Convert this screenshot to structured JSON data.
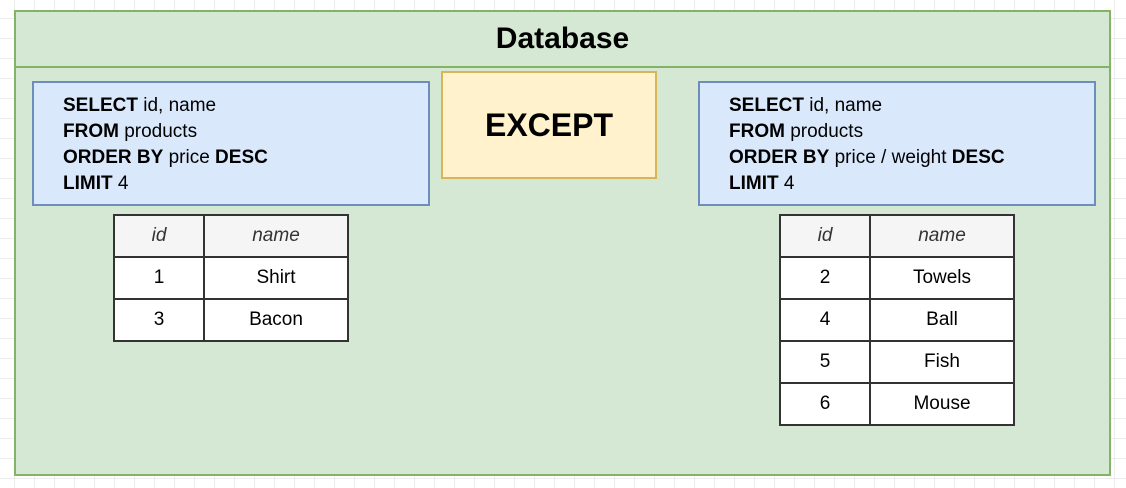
{
  "container": {
    "title": "Database"
  },
  "left_query": {
    "line1": {
      "kw": "SELECT",
      "rest": " id, name"
    },
    "line2": {
      "kw": "FROM",
      "rest": " products"
    },
    "line3": {
      "kw": "ORDER BY",
      "rest": " price ",
      "kw2": "DESC"
    },
    "line4": {
      "kw": "LIMIT",
      "rest": " 4"
    }
  },
  "operator": {
    "label": "EXCEPT"
  },
  "right_query": {
    "line1": {
      "kw": "SELECT",
      "rest": " id, name"
    },
    "line2": {
      "kw": "FROM",
      "rest": " products"
    },
    "line3": {
      "kw": "ORDER BY",
      "rest": " price / weight ",
      "kw2": "DESC"
    },
    "line4": {
      "kw": "LIMIT",
      "rest": " 4"
    }
  },
  "left_table": {
    "headers": [
      "id",
      "name"
    ],
    "rows": [
      {
        "id": "1",
        "name": "Shirt"
      },
      {
        "id": "3",
        "name": "Bacon"
      }
    ]
  },
  "right_table": {
    "headers": [
      "id",
      "name"
    ],
    "rows": [
      {
        "id": "2",
        "name": "Towels"
      },
      {
        "id": "4",
        "name": "Ball"
      },
      {
        "id": "5",
        "name": "Fish"
      },
      {
        "id": "6",
        "name": "Mouse"
      }
    ]
  },
  "colors": {
    "container_fill": "#d5e8d4",
    "container_stroke": "#82b366",
    "query_fill": "#dae8fc",
    "query_stroke": "#6c8ebf",
    "operator_fill": "#fff2cc",
    "operator_stroke": "#d6b656"
  }
}
